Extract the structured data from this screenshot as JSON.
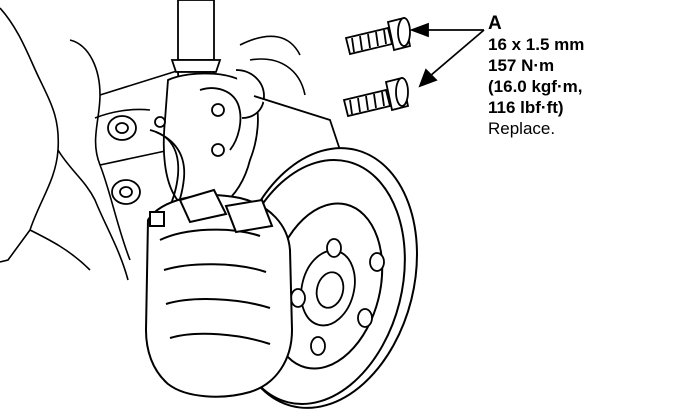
{
  "callout": {
    "letter": "A",
    "spec_lines": [
      "16 x 1.5 mm",
      "157 N·m",
      "(16.0 kgf·m,",
      "116 lbf·ft)"
    ],
    "note": "Replace."
  },
  "diagram": {
    "stroke_color": "#000000",
    "fill_color": "#ffffff",
    "parts": [
      "strut",
      "steering-knuckle",
      "brake-caliper",
      "brake-disc",
      "wheel-hub",
      "flange-bolts",
      "brake-hose"
    ]
  }
}
